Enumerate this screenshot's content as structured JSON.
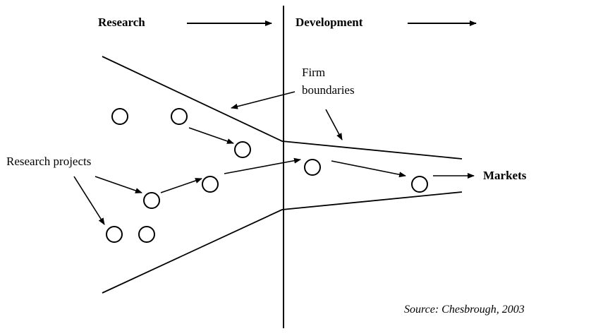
{
  "labels": {
    "research": "Research",
    "development": "Development",
    "firm_boundaries_line1": "Firm",
    "firm_boundaries_line2": "boundaries",
    "research_projects": "Research projects",
    "markets": "Markets",
    "source": "Source: Chesbrough, 2003"
  },
  "colors": {
    "ink": "#000000",
    "background": "#ffffff"
  }
}
